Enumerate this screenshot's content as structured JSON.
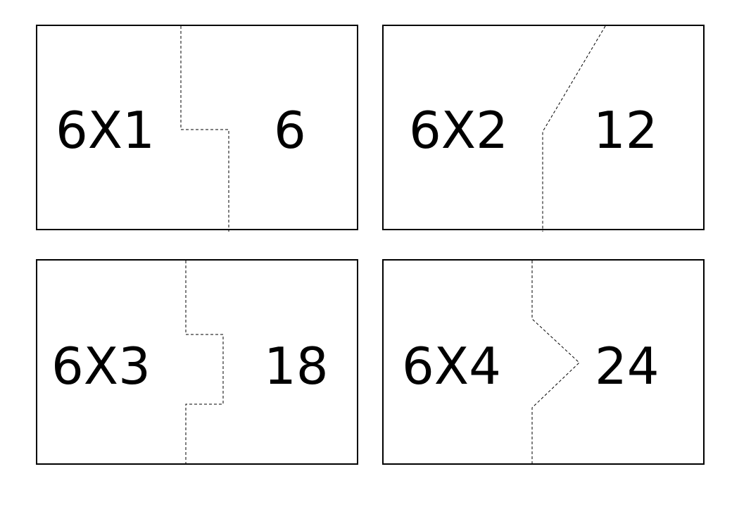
{
  "cards": [
    {
      "expression": "6X1",
      "answer": "6"
    },
    {
      "expression": "6X2",
      "answer": "12"
    },
    {
      "expression": "6X3",
      "answer": "18"
    },
    {
      "expression": "6X4",
      "answer": "24"
    }
  ],
  "colors": {
    "border": "#000000",
    "background": "#ffffff",
    "cut_line": "#000000"
  }
}
